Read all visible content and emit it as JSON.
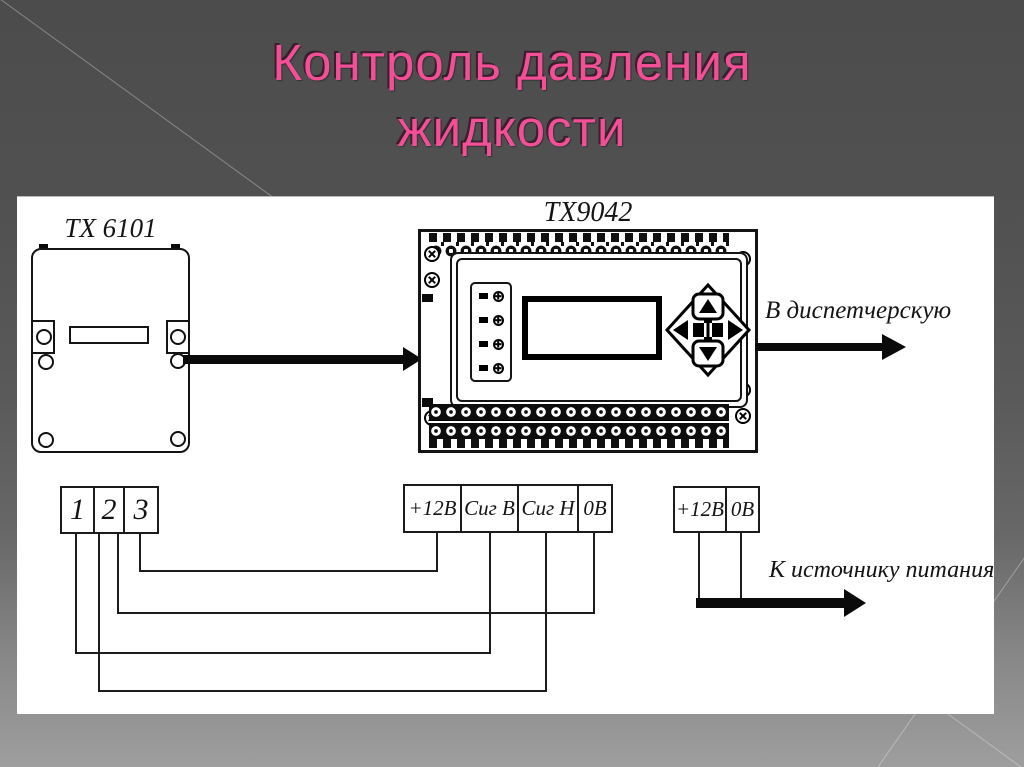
{
  "slide": {
    "title_lines": [
      "Контроль давления",
      "жидкости"
    ],
    "title_color": "#f24f97",
    "background_top": "#4c4c4c",
    "background_bottom": "#9e9e9e"
  },
  "diagram": {
    "sensor_label": "ТХ 6101",
    "controller_label": "ТХ9042",
    "dispatcher_label": "В диспетчерскую",
    "power_label": "К источнику питания",
    "sensor_terminals": [
      "1",
      "2",
      "3"
    ],
    "controller_terminals": [
      "+12В",
      "Сиг В",
      "Сиг Н",
      "0В"
    ],
    "power_terminals": [
      "+12В",
      "0В"
    ],
    "controller_led_rows": 4,
    "wire_color": "#1c1c1c"
  }
}
